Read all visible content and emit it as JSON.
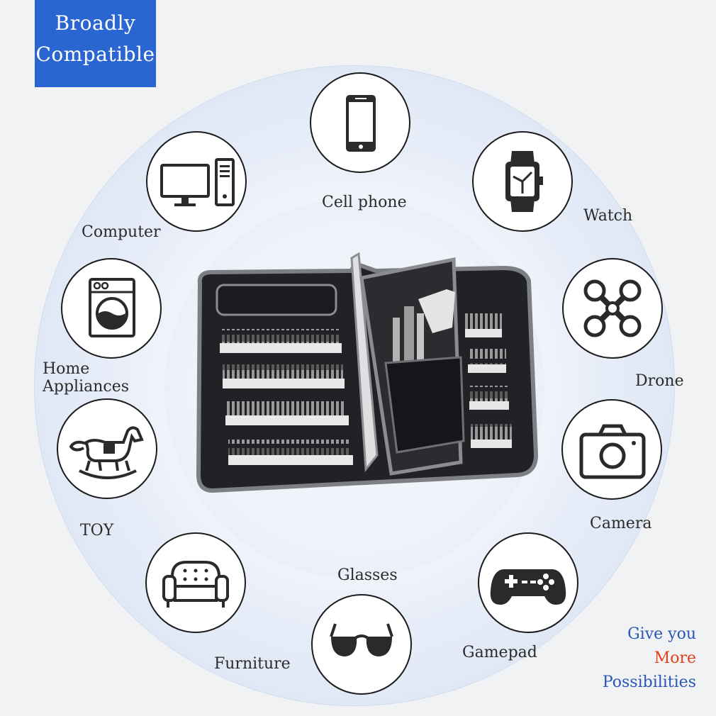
{
  "badge": {
    "line1": "Broadly",
    "line2": "Compatible"
  },
  "devices": [
    {
      "name": "Cell phone",
      "icon": "cell-phone-icon"
    },
    {
      "name": "Watch",
      "icon": "watch-icon"
    },
    {
      "name": "Computer",
      "icon": "computer-icon"
    },
    {
      "name": "Home",
      "name2": "Appliances",
      "icon": "washing-machine-icon"
    },
    {
      "name": "Drone",
      "icon": "drone-icon"
    },
    {
      "name": "TOY",
      "icon": "rocking-horse-icon"
    },
    {
      "name": "Camera",
      "icon": "camera-icon"
    },
    {
      "name": "Glasses",
      "icon": "sunglasses-icon"
    },
    {
      "name": "Furniture",
      "icon": "sofa-icon"
    },
    {
      "name": "Gamepad",
      "icon": "gamepad-icon"
    }
  ],
  "tagline": {
    "line1": "Give you",
    "line2": "More",
    "line3": "Possibilities"
  },
  "colors": {
    "badge_bg": "#2a66d2",
    "tagline_blue": "#2a55b8",
    "tagline_red": "#e0401a",
    "ring": "#dde6f5"
  }
}
